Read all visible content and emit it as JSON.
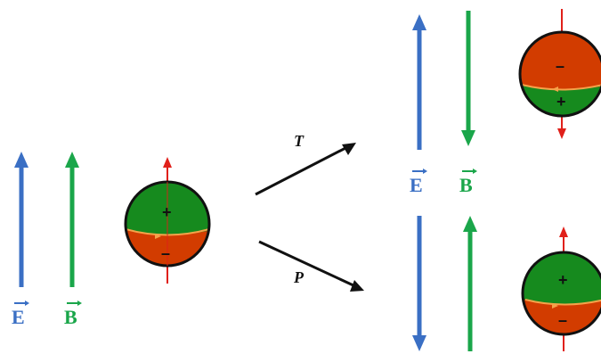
{
  "labels": {
    "E": "E",
    "B": "B",
    "T": "T",
    "P": "P",
    "plus": "+",
    "minus": "–"
  },
  "colors": {
    "e_field": "#3a6fc4",
    "b_field": "#1aa64a",
    "spin": "#e0201a",
    "sphere_green": "#168a1e",
    "sphere_red": "#d23c00",
    "outline": "#111111",
    "band": "#f4a24a"
  },
  "icons": {
    "left": "particle-sphere-icon",
    "top_right": "particle-sphere-icon",
    "bottom_right": "particle-sphere-icon"
  }
}
